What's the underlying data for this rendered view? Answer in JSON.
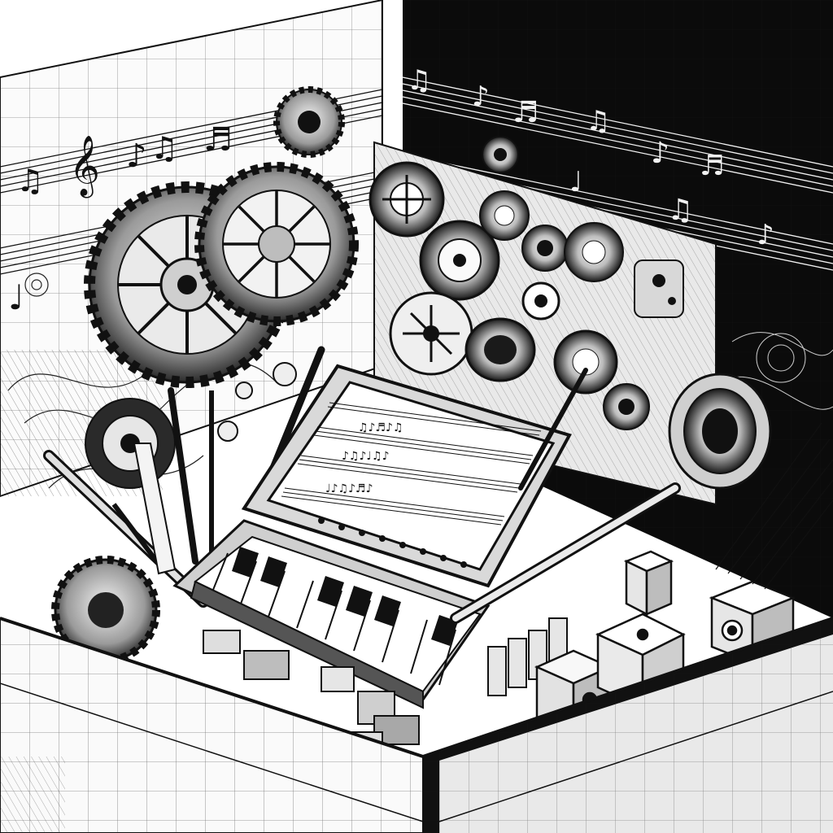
{
  "image": {
    "style": "monochrome pen-and-ink isometric illustration",
    "palette": {
      "paper": "#ffffff",
      "ink": "#111111",
      "dark_panel": "#0b0b0b",
      "mid_gray": "#8a8a8a",
      "light_gray": "#d6d6d6"
    },
    "elements": [
      "sheet-music-wall-left",
      "sheet-music-wall-dark",
      "gear-cluster",
      "speaker-cones",
      "score-screen",
      "piano-keyboard",
      "instrument-tools",
      "cube-blocks",
      "grid-floor-frame"
    ]
  }
}
